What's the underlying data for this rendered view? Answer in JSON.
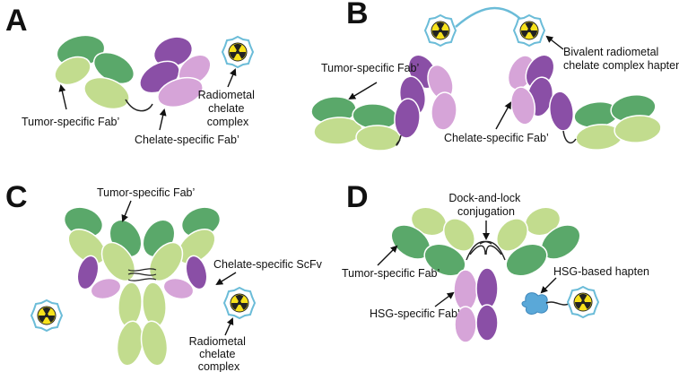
{
  "colors": {
    "dark_green": "#5aa86a",
    "light_green": "#c2dc8e",
    "dark_purple": "#8a4fa6",
    "light_purple": "#d6a4d8",
    "hapten_blue": "#6bbcd8",
    "radiation_yellow": "#f7e11b",
    "hsg_blue": "#5aa8d8"
  },
  "panels": {
    "A": {
      "letter": "A",
      "labels": {
        "tumor_fab": "Tumor-specific Fab’",
        "chelate_fab": "Chelate-specific Fab’",
        "radiometal": [
          "Radiometal",
          "chelate",
          "complex"
        ]
      }
    },
    "B": {
      "letter": "B",
      "labels": {
        "tumor_fab": "Tumor-specific Fab’",
        "chelate_fab": "Chelate-specific Fab’",
        "bivalent": [
          "Bivalent radiometal",
          "chelate complex hapten"
        ]
      }
    },
    "C": {
      "letter": "C",
      "labels": {
        "tumor_fab": "Tumor-specific Fab’",
        "scfv": "Chelate-specific ScFv",
        "radiometal": [
          "Radiometal",
          "chelate",
          "complex"
        ]
      }
    },
    "D": {
      "letter": "D",
      "labels": {
        "dock_lock": [
          "Dock-and-lock",
          "conjugation"
        ],
        "tumor_fab": "Tumor-specific Fab’",
        "hsg_fab": "HSG-specific Fab’",
        "hsg_hapten": "HSG-based hapten"
      }
    }
  }
}
